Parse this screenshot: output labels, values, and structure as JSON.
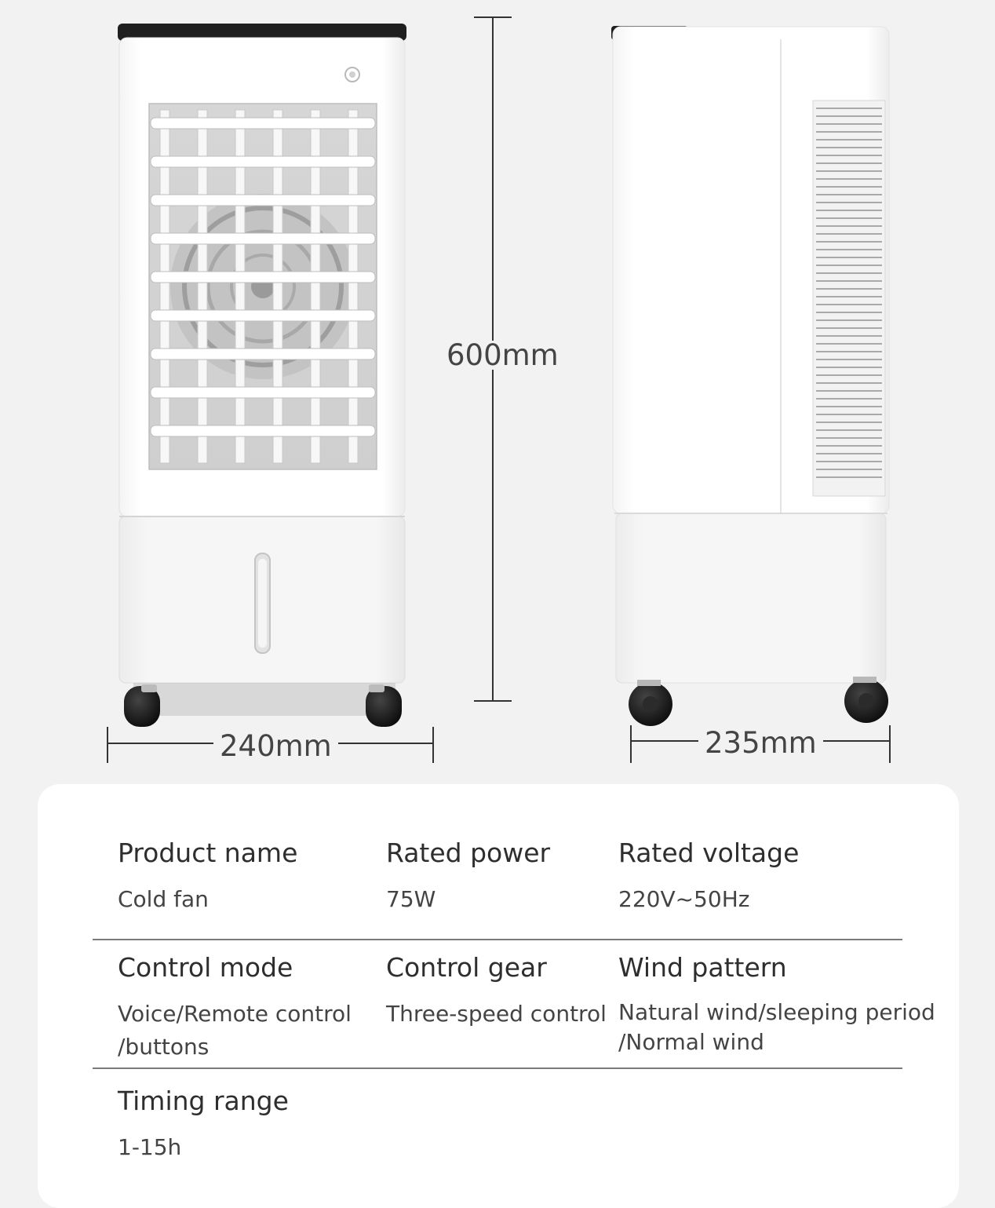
{
  "dimensions": {
    "height": "600mm",
    "front_width": "240mm",
    "side_width": "235mm"
  },
  "product_views": {
    "front_view_icon": "air-cooler-front-view",
    "side_view_icon": "air-cooler-side-view"
  },
  "colors": {
    "background": "#f2f2f2",
    "card": "#ffffff",
    "body_white": "#fdfdfd",
    "top_panel": "#1f1f1f",
    "wheel": "#151515",
    "divider": "#7a7a7a"
  },
  "specs": {
    "row1": [
      {
        "title": "Product name",
        "lines": [
          "Cold fan"
        ]
      },
      {
        "title": "Rated power",
        "lines": [
          "75W"
        ]
      },
      {
        "title": "Rated voltage",
        "lines": [
          "220V~50Hz"
        ]
      }
    ],
    "row2": [
      {
        "title": "Control mode",
        "lines": [
          "Voice/Remote control",
          "/buttons"
        ]
      },
      {
        "title": "Control gear",
        "lines": [
          "Three-speed control"
        ]
      },
      {
        "title": "Wind pattern",
        "lines": [
          "Natural wind/sleeping period",
          "/Normal wind"
        ]
      }
    ],
    "row3": [
      {
        "title": "Timing range",
        "lines": [
          "1-15h"
        ]
      }
    ]
  }
}
